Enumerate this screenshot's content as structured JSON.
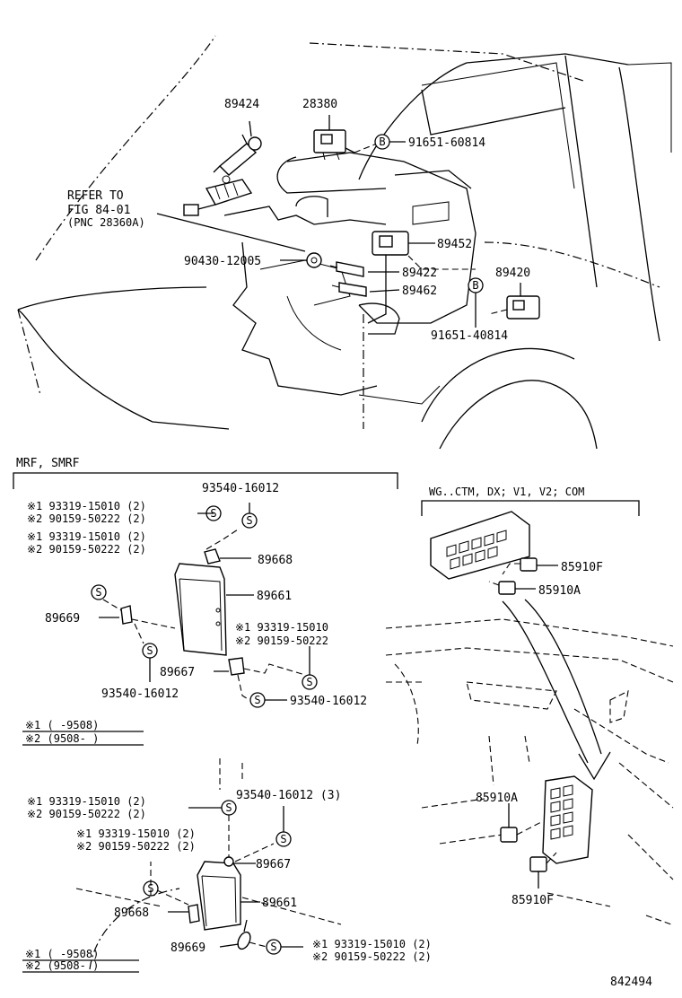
{
  "top": {
    "parts": {
      "p89424": "89424",
      "p28380": "28380",
      "p91651_60814": "91651-60814",
      "refer_line1": "REFER TO",
      "refer_line2": "FIG 84-01",
      "refer_line3": "(PNC 28360A)",
      "p90430": "90430-12005",
      "p89452": "89452",
      "p89422": "89422",
      "p89420": "89420",
      "p89462": "89462",
      "p91651_40814": "91651-40814"
    },
    "symbols": {
      "b": "B"
    }
  },
  "left_box": {
    "header": "MRF, SMRF",
    "bolt_symbol": "S",
    "labels": {
      "l1a": "※1  93319-15010 (2)",
      "l1b": "※2  90159-50222 (2)",
      "l2a": "※1  93319-15010 (2)",
      "l2b": "※2  90159-50222 (2)",
      "p93540_top": "93540-16012",
      "p89668": "89668",
      "p89661": "89661",
      "p89669": "89669",
      "r1a": "※1  93319-15010",
      "r1b": "※2  90159-50222",
      "p89667": "89667",
      "p93540_left": "93540-16012",
      "p93540_right": "93540-16012"
    },
    "legend": [
      "※1  (      -9508)",
      "※2  (9508-      )"
    ]
  },
  "lower_left": {
    "labels": {
      "l1a": "※1  93319-15010 (2)",
      "l1b": "※2  90159-50222 (2)",
      "p93540": "93540-16012 (3)",
      "l2a": "※1  93319-15010 (2)",
      "l2b": "※2  90159-50222 (2)",
      "p89667": "89667",
      "p89668": "89668",
      "p89661": "89661",
      "p89669": "89669",
      "r1a": "※1  93319-15010 (2)",
      "r1b": "※2  90159-50222 (2)"
    },
    "legend": [
      "※1  (      -9508)",
      "※2  (9508-      )"
    ]
  },
  "right_box": {
    "header": "WG..CTM, DX; V1, V2; COM",
    "labels": {
      "p85910F_top": "85910F",
      "p85910A_top": "85910A",
      "p85910A_bottom": "85910A",
      "p85910F_bottom": "85910F"
    }
  },
  "figure_number": "842494"
}
